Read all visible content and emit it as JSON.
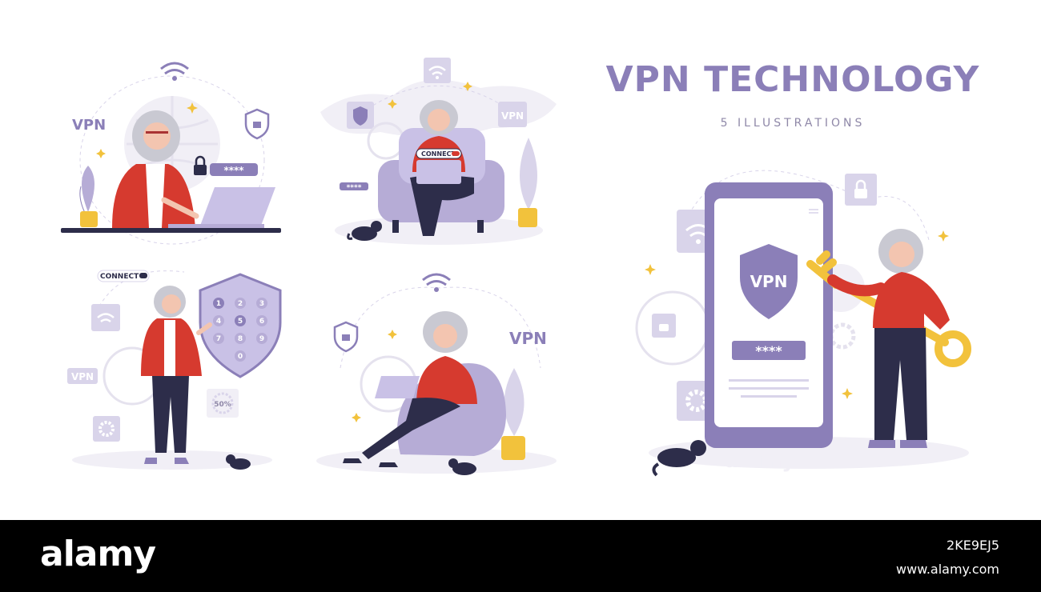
{
  "header": {
    "title": "VPN TECHNOLOGY",
    "subtitle": "5 ILLUSTRATIONS"
  },
  "labels": {
    "vpn": "VPN",
    "connect": "CONNECT",
    "password": "****",
    "progress": "50%",
    "watermark": "alamy"
  },
  "keypad": [
    "1",
    "2",
    "3",
    "4",
    "5",
    "6",
    "7",
    "8",
    "9",
    "0"
  ],
  "footer": {
    "logo": "alamy",
    "image_id": "2KE9EJ5",
    "site": "www.alamy.com"
  },
  "colors": {
    "accent": "#8b7fb8",
    "lavender": "#c9c1e6",
    "shirt_red": "#d63a2f",
    "key_gold": "#f2c23c",
    "pants": "#2d2d4a"
  }
}
